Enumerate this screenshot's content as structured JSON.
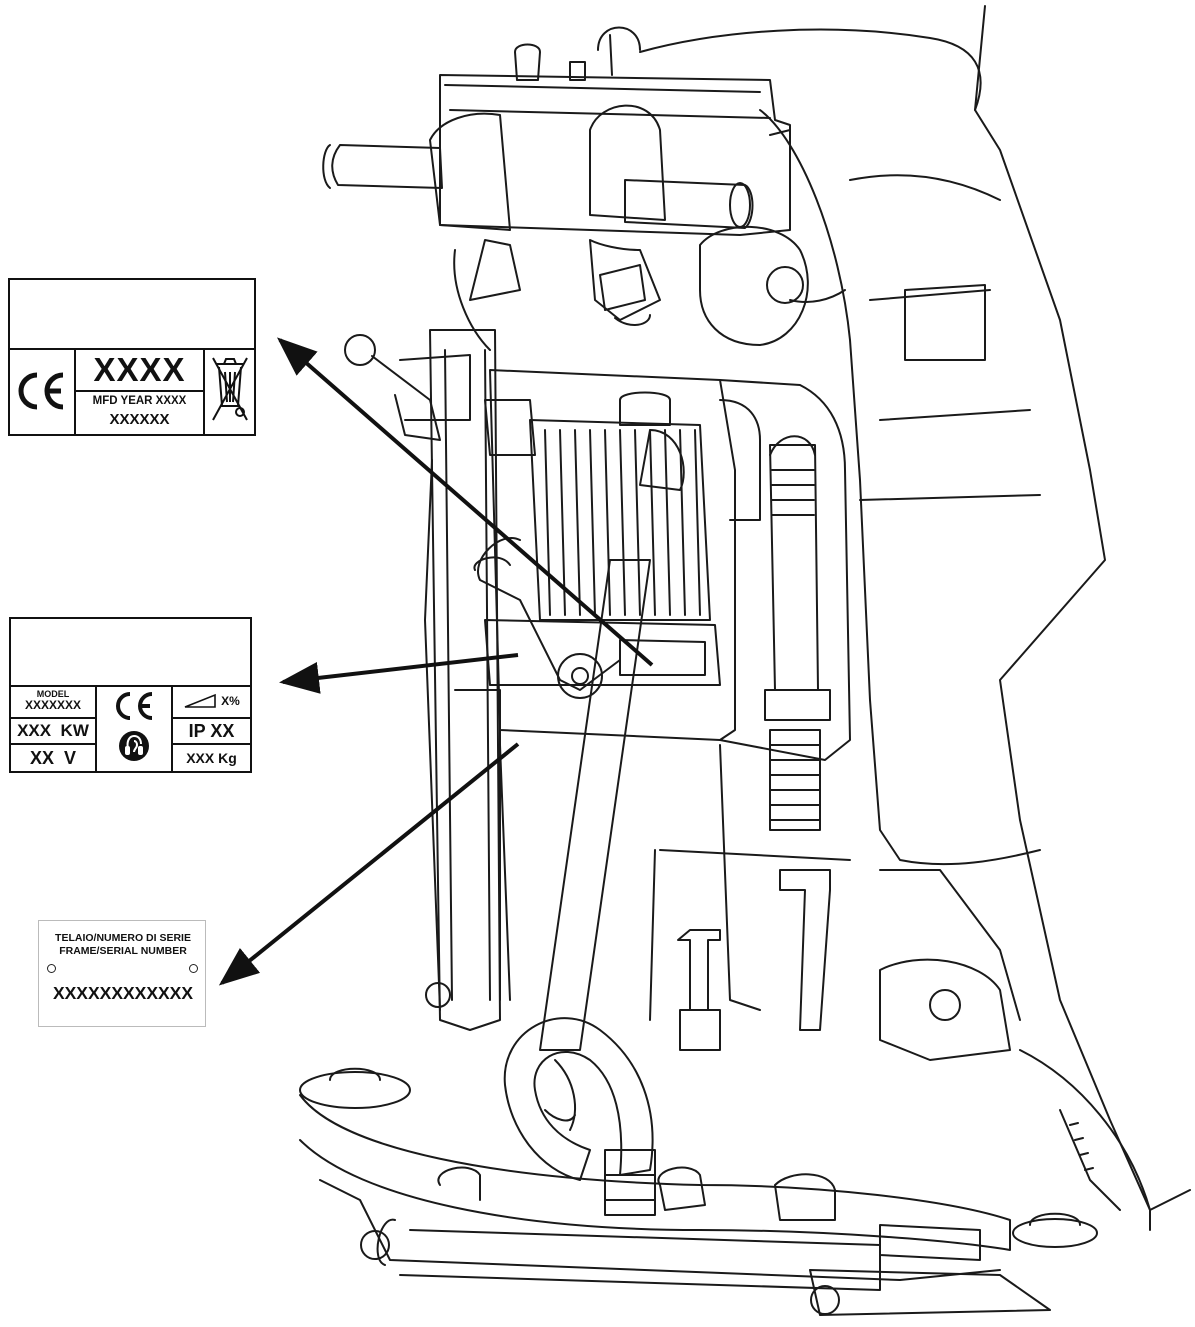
{
  "plate_ce_year": {
    "code": "XXXX",
    "year_label": "MFD YEAR XXXX",
    "serial": "XXXXXX"
  },
  "plate_model": {
    "model_label": "MODEL",
    "model_value": "XXXXXXX",
    "power": "XXX  KW",
    "voltage": "XX  V",
    "slope": "X%",
    "ip_rating": "IP XX",
    "weight": "XXX Kg"
  },
  "plate_serial": {
    "title_line1": "TELAIO/NUMERO DI SERIE",
    "title_line2": "FRAME/SERIAL NUMBER",
    "number": "XXXXXXXXXXXX"
  },
  "icons": {
    "ce": "ce-mark-icon",
    "weee": "crossed-out-bin-icon",
    "hearing": "ear-protection-icon",
    "slope": "slope-triangle-icon"
  },
  "colors": {
    "line": "#111111",
    "background": "#ffffff"
  }
}
